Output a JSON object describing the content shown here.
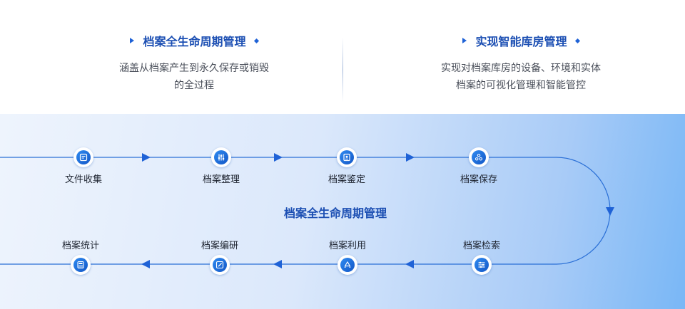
{
  "features": [
    {
      "title": "档案全生命周期管理",
      "desc_line1": "涵盖从档案产生到永久保存或销毁",
      "desc_line2": "的全过程"
    },
    {
      "title": "实现智能库房管理",
      "desc_line1": "实现对档案库房的设备、环境和实体",
      "desc_line2": "档案的可视化管理和智能管控"
    }
  ],
  "flow": {
    "title": "档案全生命周期管理",
    "top_row": [
      {
        "label": "文件收集",
        "icon": "document-list-icon"
      },
      {
        "label": "档案整理",
        "icon": "sliders-icon"
      },
      {
        "label": "档案鉴定",
        "icon": "certificate-icon"
      },
      {
        "label": "档案保存",
        "icon": "boxes-stack-icon"
      }
    ],
    "bottom_row": [
      {
        "label": "档案检索",
        "icon": "search-filter-icon"
      },
      {
        "label": "档案利用",
        "icon": "recycle-icon"
      },
      {
        "label": "档案编研",
        "icon": "edit-pen-icon"
      },
      {
        "label": "档案统计",
        "icon": "calculator-icon"
      }
    ]
  },
  "colors": {
    "accent": "#1c4fb3",
    "line": "#2a6fd6",
    "icon": "#1f6fe0"
  }
}
